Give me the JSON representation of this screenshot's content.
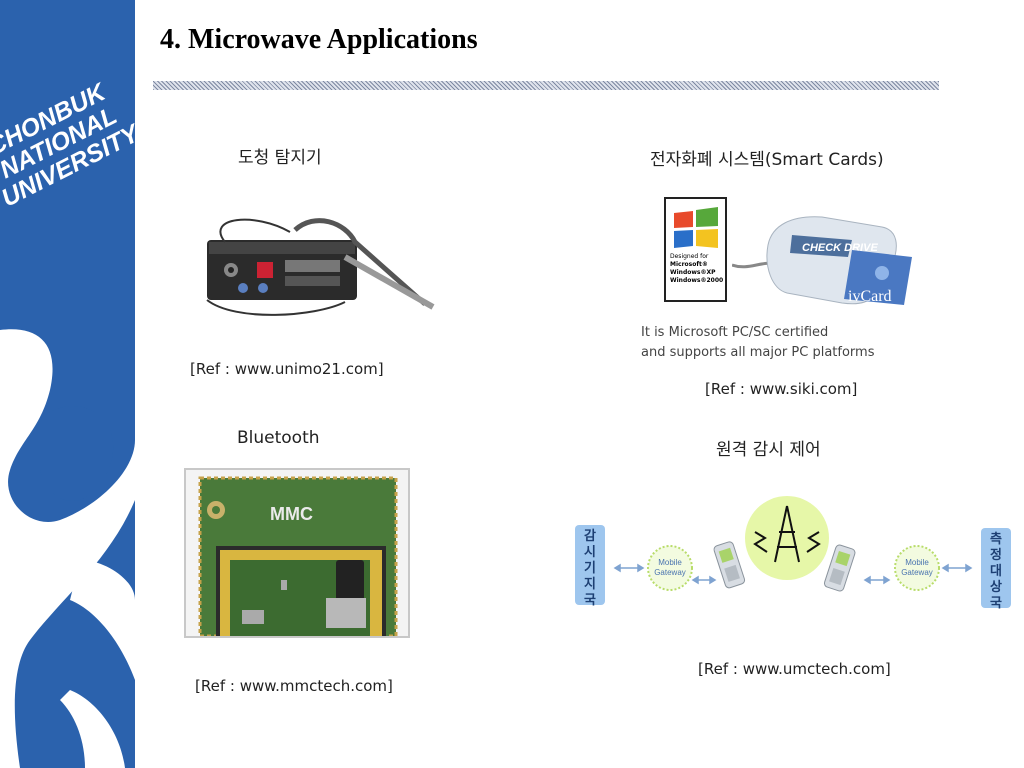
{
  "title": "4. Microwave Applications",
  "university": {
    "lines": [
      "CHONBUK",
      "NATIONAL",
      "UNIVERSITY"
    ]
  },
  "sections": {
    "eavesdrop": {
      "label": "도청 탐지기",
      "ref": "[Ref : www.unimo21.com]"
    },
    "smartcard": {
      "label": "전자화폐 시스템(Smart Cards)",
      "note_line1": "It is Microsoft PC/SC certified",
      "note_line2": "and supports all major PC platforms",
      "ref": "[Ref : www.siki.com]",
      "badge": {
        "line1": "Designed for",
        "line2": "Microsoft®",
        "line3": "Windows®XP",
        "line4": "Windows®2000"
      },
      "device_brand": "CHECK DRIVE",
      "card_text": "ivCard"
    },
    "bluetooth": {
      "label": "Bluetooth",
      "ref": "[Ref : www.mmctech.com]",
      "chip_brand": "MMC"
    },
    "remote": {
      "label": "원격 감시 제어",
      "ref": "[Ref : www.umctech.com]",
      "left_station": [
        "감",
        "시",
        "기",
        "지",
        "국"
      ],
      "right_station": [
        "측",
        "정",
        "대",
        "상",
        "국"
      ],
      "gateway_left": [
        "Mobile",
        "Gateway"
      ],
      "gateway_right": [
        "Mobile",
        "Gateway"
      ]
    }
  },
  "colors": {
    "sidebar": "#2b62ad",
    "station": "#9ec6ee",
    "tower_glow": "#e6f7a8"
  }
}
